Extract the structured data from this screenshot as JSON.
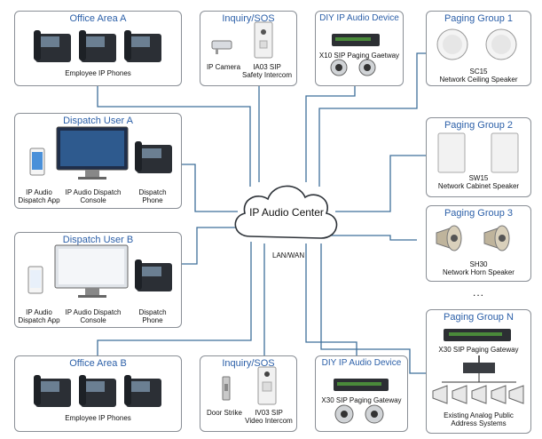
{
  "center": {
    "label": "IP Audio Center",
    "network_label": "LAN/WAN"
  },
  "office_a": {
    "title": "Office Area A",
    "caption": "Employee IP Phones"
  },
  "inquiry_top": {
    "title": "Inquiry/SOS",
    "camera": "IP Camera",
    "intercom_l1": "IA03 SIP",
    "intercom_l2": "Safety Intercom"
  },
  "diy_top": {
    "title": "DIY IP Audio Device",
    "caption": "X10 SIP Paging Gaetway"
  },
  "paging1": {
    "title": "Paging Group 1",
    "caption_l1": "SC15",
    "caption_l2": "Network Ceiling Speaker"
  },
  "dispatch_a": {
    "title": "Dispatch User A",
    "app_l1": "IP Audio",
    "app_l2": "Dispatch App",
    "console_l1": "IP Audio Dispatch",
    "console_l2": "Console",
    "phone_l1": "Dispatch",
    "phone_l2": "Phone"
  },
  "paging2": {
    "title": "Paging Group 2",
    "caption_l1": "SW15",
    "caption_l2": "Network Cabinet Speaker"
  },
  "paging3": {
    "title": "Paging Group 3",
    "caption_l1": "SH30",
    "caption_l2": "Network Horn Speaker"
  },
  "dispatch_b": {
    "title": "Dispatch User B",
    "app_l1": "IP Audio",
    "app_l2": "Dispatch App",
    "console_l1": "IP Audio Dispatch",
    "console_l2": "Console",
    "phone_l1": "Dispatch",
    "phone_l2": "Phone"
  },
  "ellipsis": "...",
  "paging_n": {
    "title": "Paging Group N",
    "gateway": "X30 SIP Paging Gateway",
    "caption_l1": "Existing Analog Public",
    "caption_l2": "Address Systems"
  },
  "office_b": {
    "title": "Office Area B",
    "caption": "Employee IP Phones"
  },
  "inquiry_bottom": {
    "title": "Inquiry/SOS",
    "strike": "Door Strike",
    "intercom_l1": "IV03 SIP",
    "intercom_l2": "Video Intercom"
  },
  "diy_bottom": {
    "title": "DIY IP Audio Device",
    "caption": "X30 SIP Paging Gateway"
  },
  "colors": {
    "title_blue": "#2b5fa8",
    "line_gray": "#3f6f9a",
    "box_border": "#8a8f96"
  }
}
